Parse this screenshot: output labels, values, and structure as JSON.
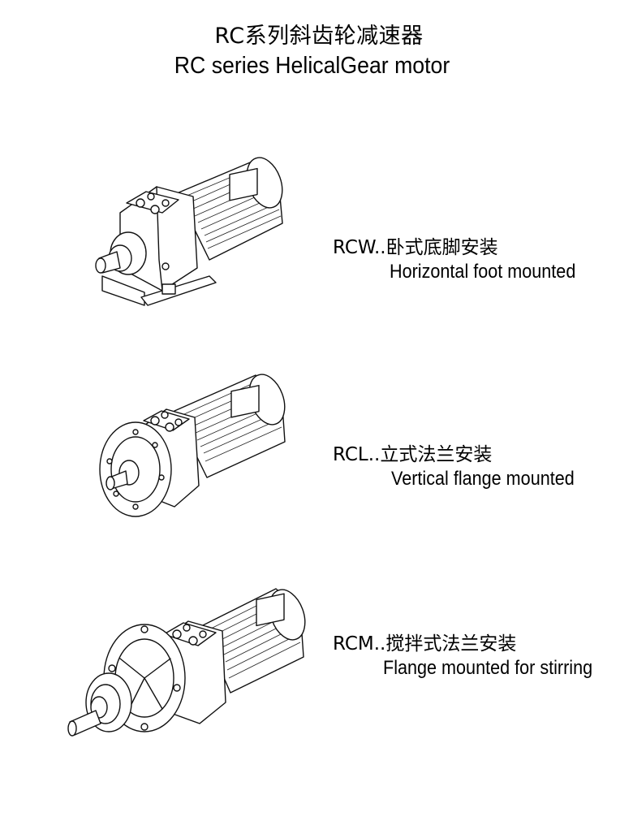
{
  "title": {
    "chinese": "RC系列斜齿轮减速器",
    "english": "RC series HelicalGear motor"
  },
  "variants": [
    {
      "code": "RCW..卧式底脚安装",
      "description": "Horizontal foot mounted",
      "drawing": "foot-mounted-gear-motor"
    },
    {
      "code": "RCL..立式法兰安装",
      "description": "Vertical flange mounted",
      "drawing": "flange-mounted-gear-motor"
    },
    {
      "code": "RCM..搅拌式法兰安装",
      "description": "Flange mounted for stirring",
      "drawing": "stirring-flange-gear-motor"
    }
  ]
}
